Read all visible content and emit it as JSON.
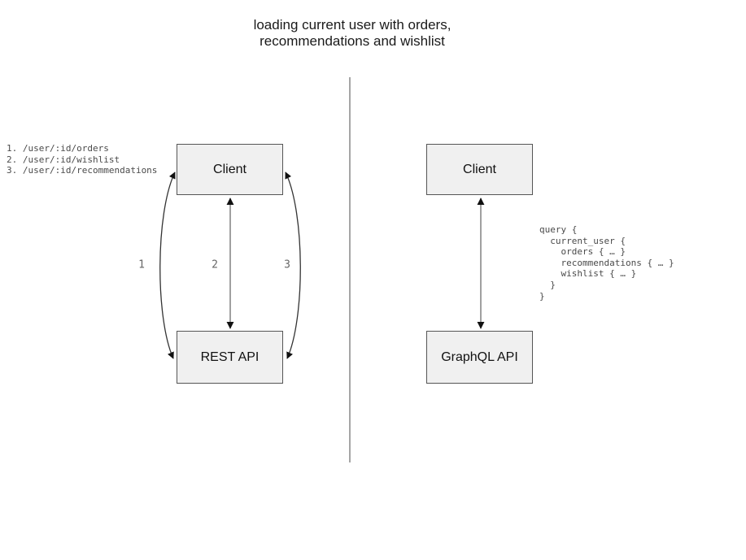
{
  "title": {
    "text": "loading current user with orders,\nrecommendations and wishlist"
  },
  "rest_side": {
    "endpoints": "1. /user/:id/orders\n2. /user/:id/wishlist\n3. /user/:id/recommendations",
    "client_box_label": "Client",
    "api_box_label": "REST API",
    "arrow_labels": [
      "1",
      "2",
      "3"
    ]
  },
  "graphql_side": {
    "client_box_label": "Client",
    "api_box_label": "GraphQL API",
    "query_code": "query {\n  current_user {\n    orders { … }\n    recommendations { … }\n    wishlist { … }\n  }\n}"
  },
  "colors": {
    "box_fill": "#f0f0f0",
    "box_border": "#555555",
    "box_text": "#111111",
    "title_text": "#1a1a1a",
    "code_text": "#4a4a4a",
    "arrow_label_text": "#666666",
    "curved_arrow_stroke": "#333333",
    "straight_arrow_stroke": "#777777",
    "arrowhead_fill": "#111111",
    "divider_stroke": "#888888",
    "background": "#ffffff"
  }
}
